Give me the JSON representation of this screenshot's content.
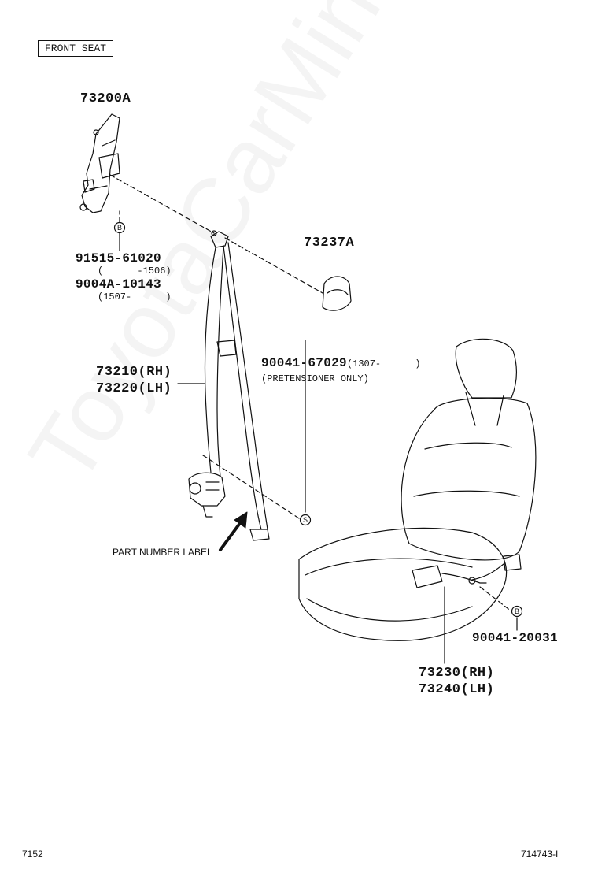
{
  "section_label": "FRONT SEAT",
  "parts": {
    "anchor_top": "73200A",
    "bolt_a_1": "91515-61020",
    "bolt_a_1_range": "(      -1506)",
    "bolt_a_2": "9004A-10143",
    "bolt_a_2_range": "(1507-      )",
    "cover": "73237A",
    "belt_rh": "73210(RH)",
    "belt_lh": "73220(LH)",
    "bolt_pret": "90041-67029",
    "bolt_pret_range": "(1307-      )",
    "bolt_pret_note": "(PRETENSIONER ONLY)",
    "part_number_label": "PART NUMBER LABEL",
    "bolt_buckle": "90041-20031",
    "buckle_rh": "73230(RH)",
    "buckle_lh": "73240(LH)"
  },
  "markers": {
    "b": "B",
    "s": "S"
  },
  "footer": {
    "left": "7152",
    "right": "714743-I"
  },
  "watermark": "ToyotaCarMine.ru"
}
